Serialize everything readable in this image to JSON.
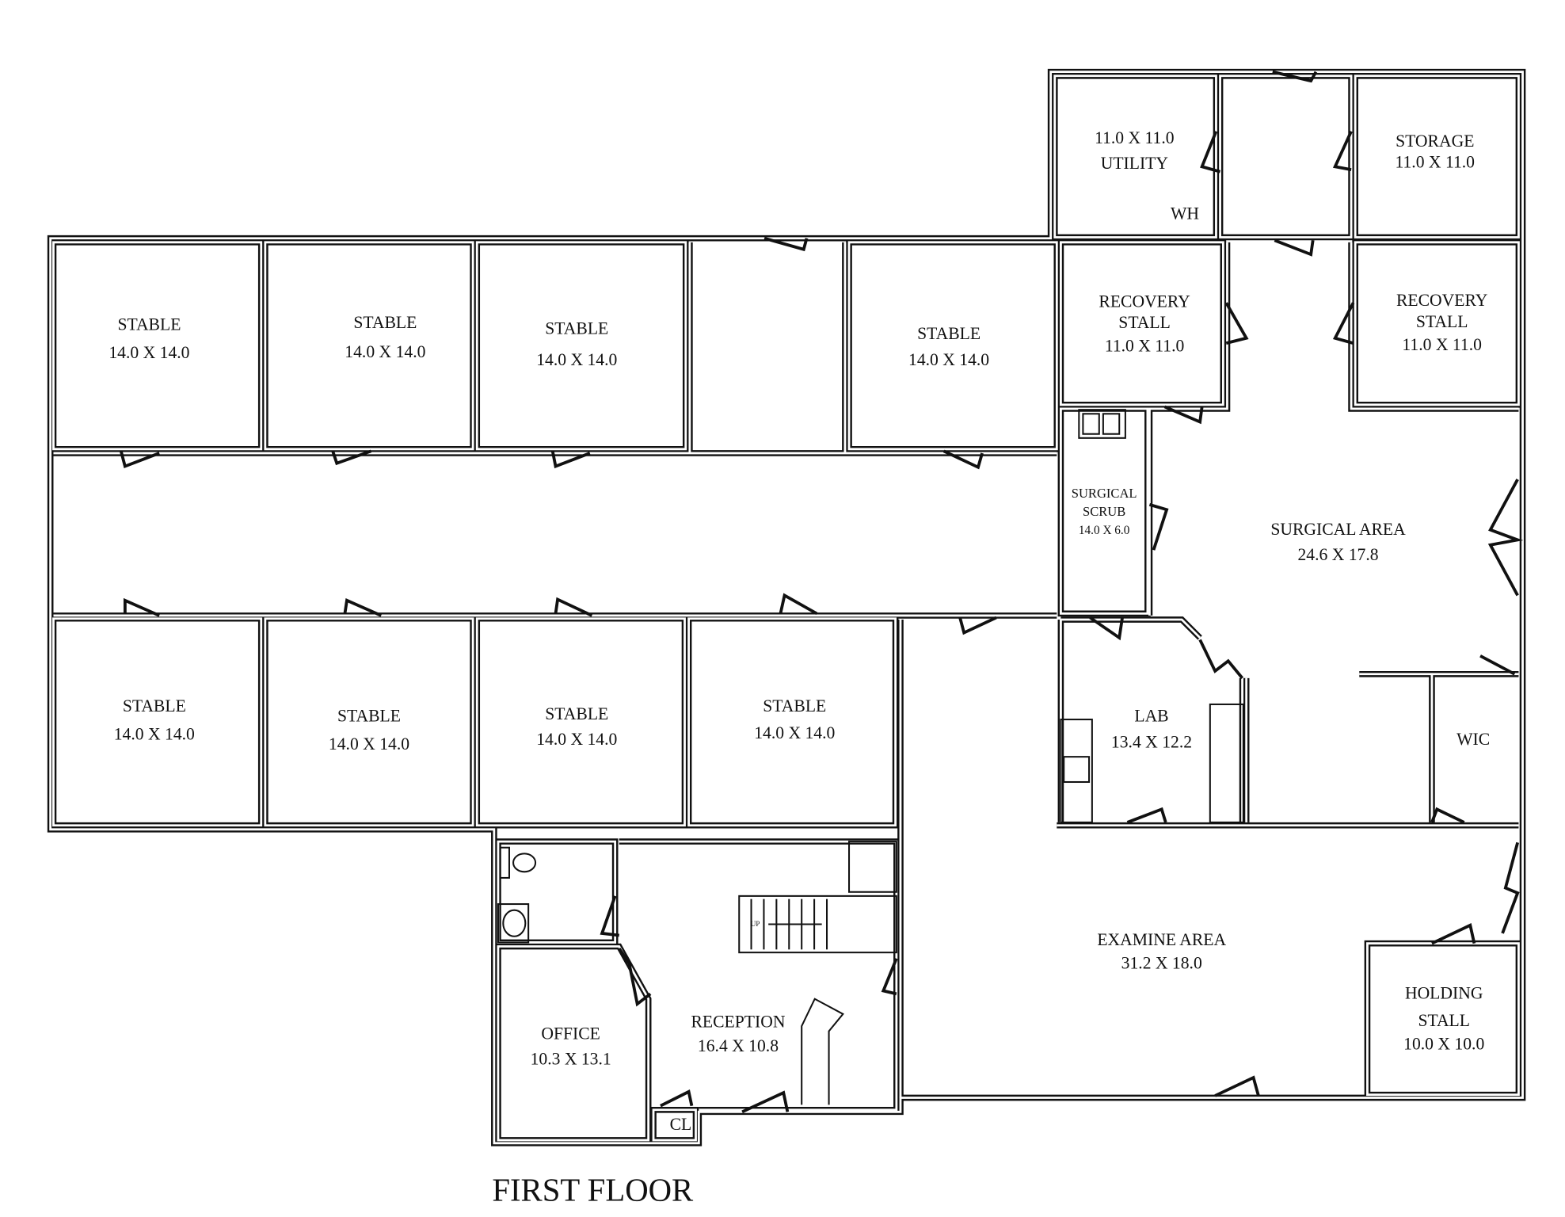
{
  "title": "FIRST FLOOR",
  "rooms": {
    "stable_1": {
      "name": "STABLE",
      "dims": "14.0 X 14.0"
    },
    "stable_2": {
      "name": "STABLE",
      "dims": "14.0 X 14.0"
    },
    "stable_3": {
      "name": "STABLE",
      "dims": "14.0 X 14.0"
    },
    "stable_4": {
      "name": "STABLE",
      "dims": "14.0 X 14.0"
    },
    "stable_5": {
      "name": "STABLE",
      "dims": "14.0 X 14.0"
    },
    "stable_6": {
      "name": "STABLE",
      "dims": "14.0 X 14.0"
    },
    "stable_7": {
      "name": "STABLE",
      "dims": "14.0 X 14.0"
    },
    "stable_8": {
      "name": "STABLE",
      "dims": "14.0 X 14.0"
    },
    "utility": {
      "dims": "11.0 X 11.0",
      "name": "UTILITY",
      "fixture": "WH"
    },
    "storage": {
      "name": "STORAGE",
      "dims": "11.0 X 11.0"
    },
    "recovery_1": {
      "name1": "RECOVERY",
      "name2": "STALL",
      "dims": "11.0 X 11.0"
    },
    "recovery_2": {
      "name1": "RECOVERY",
      "name2": "STALL",
      "dims": "11.0 X 11.0"
    },
    "surgical_scrub": {
      "name1": "SURGICAL",
      "name2": "SCRUB",
      "dims": "14.0 X 6.0"
    },
    "surgical_area": {
      "name": "SURGICAL AREA",
      "dims": "24.6 X 17.8"
    },
    "lab": {
      "name": "LAB",
      "dims": "13.4 X 12.2"
    },
    "wic": {
      "name": "WIC"
    },
    "examine": {
      "name": "EXAMINE AREA",
      "dims": "31.2 X 18.0"
    },
    "holding": {
      "name1": "HOLDING",
      "name2": "STALL",
      "dims": "10.0 X 10.0"
    },
    "office": {
      "name": "OFFICE",
      "dims": "10.3 X 13.1"
    },
    "reception": {
      "name": "RECEPTION",
      "dims": "16.4 X 10.8"
    },
    "closet": {
      "name": "CL"
    },
    "stairs": {
      "label": "UP"
    }
  }
}
